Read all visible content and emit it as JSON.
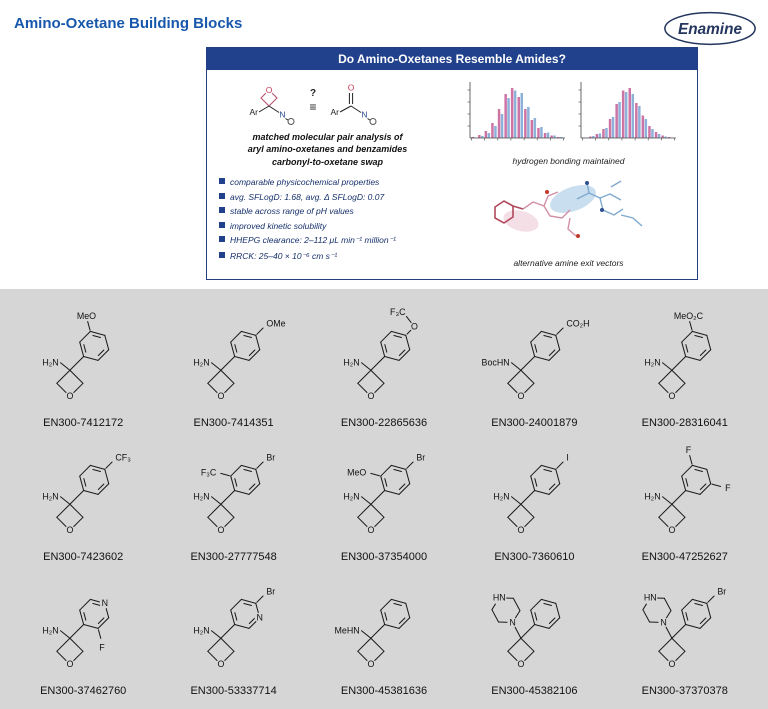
{
  "page": {
    "title": "Amino-Oxetane Building Blocks",
    "logo_text": "Enamine"
  },
  "infographic": {
    "header": "Do Amino-Oxetanes Resemble Amides?",
    "scheme": {
      "ar": "Ar",
      "n": "N",
      "o": "O",
      "question": "?",
      "equiv": "≡"
    },
    "intro_line1": "matched molecular pair analysis of",
    "intro_line2": "aryl amino-oxetanes and benzamides",
    "intro_line3": "carbonyl-to-oxetane swap",
    "bullets": [
      "comparable physicochemical properties",
      "avg. SFLogD: 1.68, avg. Δ SFLogD: 0.07",
      "stable across range of pH values",
      "improved kinetic solubility",
      "HHEPG clearance: 2–112 μL min⁻¹ million⁻¹",
      "RRCK: 25–40 × 10⁻⁶ cm s⁻¹"
    ],
    "chart_caption": "hydrogen bonding maintained",
    "molecule_caption": "alternative amine exit vectors"
  },
  "chart_data": [
    {
      "type": "bar",
      "subtype": "histogram",
      "title": "",
      "xlabel": "",
      "ylabel": "",
      "caption": "hydrogen bonding maintained",
      "categories": [
        1,
        2,
        3,
        4,
        5,
        6,
        7,
        8,
        9,
        10,
        11,
        12,
        13,
        14
      ],
      "series": [
        {
          "name": "pink",
          "color": "#c9659a",
          "values": [
            2,
            6,
            14,
            30,
            58,
            88,
            100,
            82,
            58,
            36,
            20,
            10,
            5,
            2
          ]
        },
        {
          "name": "blue",
          "color": "#82a8d6",
          "values": [
            1,
            4,
            10,
            24,
            48,
            80,
            95,
            90,
            62,
            40,
            22,
            11,
            5,
            2
          ]
        }
      ],
      "legend_position": "none",
      "grid": false
    },
    {
      "type": "bar",
      "subtype": "histogram",
      "title": "",
      "xlabel": "",
      "ylabel": "",
      "caption": "hydrogen bonding maintained",
      "categories": [
        1,
        2,
        3,
        4,
        5,
        6,
        7,
        8,
        9,
        10,
        11,
        12,
        13,
        14
      ],
      "series": [
        {
          "name": "pink",
          "color": "#c9659a",
          "values": [
            1,
            3,
            8,
            18,
            38,
            68,
            95,
            100,
            70,
            45,
            24,
            12,
            5,
            2
          ]
        },
        {
          "name": "blue",
          "color": "#82a8d6",
          "values": [
            1,
            4,
            9,
            20,
            42,
            72,
            92,
            88,
            64,
            38,
            18,
            8,
            3,
            1
          ]
        }
      ],
      "legend_position": "none",
      "grid": false
    }
  ],
  "compounds": [
    {
      "id": "EN300-7412172",
      "core": "amine",
      "amine": "H₂N",
      "nAt": [],
      "subs": [
        {
          "v": 4,
          "label": "MeO"
        }
      ]
    },
    {
      "id": "EN300-7414351",
      "core": "amine",
      "amine": "H₂N",
      "nAt": [],
      "subs": [
        {
          "v": 3,
          "label": "OMe"
        }
      ]
    },
    {
      "id": "EN300-22865636",
      "core": "amine",
      "amine": "H₂N",
      "nAt": [],
      "subs": [
        {
          "v": 3,
          "label": "F₃C",
          "linker": "O"
        }
      ]
    },
    {
      "id": "EN300-24001879",
      "core": "amine",
      "amine": "BocHN",
      "nAt": [],
      "subs": [
        {
          "v": 3,
          "label": "CO₂H"
        }
      ]
    },
    {
      "id": "EN300-28316041",
      "core": "amine",
      "amine": "H₂N",
      "nAt": [],
      "subs": [
        {
          "v": 4,
          "label": "MeO₂C"
        }
      ]
    },
    {
      "id": "EN300-7423602",
      "core": "amine",
      "amine": "H₂N",
      "nAt": [],
      "subs": [
        {
          "v": 3,
          "label": "CF₃"
        }
      ]
    },
    {
      "id": "EN300-27777548",
      "core": "amine",
      "amine": "H₂N",
      "nAt": [],
      "subs": [
        {
          "v": 5,
          "label": "F₃C"
        },
        {
          "v": 3,
          "label": "Br"
        }
      ]
    },
    {
      "id": "EN300-37354000",
      "core": "amine",
      "amine": "H₂N",
      "nAt": [],
      "subs": [
        {
          "v": 5,
          "label": "MeO"
        },
        {
          "v": 3,
          "label": "Br"
        }
      ]
    },
    {
      "id": "EN300-7360610",
      "core": "amine",
      "amine": "H₂N",
      "nAt": [],
      "subs": [
        {
          "v": 3,
          "label": "I"
        }
      ]
    },
    {
      "id": "EN300-47252627",
      "core": "amine",
      "amine": "H₂N",
      "nAt": [],
      "subs": [
        {
          "v": 2,
          "label": "F"
        },
        {
          "v": 4,
          "label": "F"
        }
      ]
    },
    {
      "id": "EN300-37462760",
      "core": "amine",
      "amine": "H₂N",
      "nAt": [
        3
      ],
      "subs": [
        {
          "v": 1,
          "label": "F"
        }
      ]
    },
    {
      "id": "EN300-53337714",
      "core": "amine",
      "amine": "H₂N",
      "nAt": [
        2
      ],
      "subs": [
        {
          "v": 3,
          "label": "Br"
        }
      ]
    },
    {
      "id": "EN300-45381636",
      "core": "amine",
      "amine": "MeHN",
      "nAt": [],
      "subs": []
    },
    {
      "id": "EN300-45382106",
      "core": "piperazine",
      "pip": "HN",
      "nAt": [],
      "subs": []
    },
    {
      "id": "EN300-37370378",
      "core": "piperazine",
      "pip": "HN",
      "nAt": [],
      "subs": [
        {
          "v": 3,
          "label": "Br"
        }
      ]
    }
  ],
  "colors": {
    "title_blue": "#1758ac",
    "navy": "#21418c",
    "catalog_bg": "#d6d6d6",
    "bond": "#1a1a1a",
    "chart_pink": "#c9659a",
    "chart_blue": "#82a8d6"
  }
}
